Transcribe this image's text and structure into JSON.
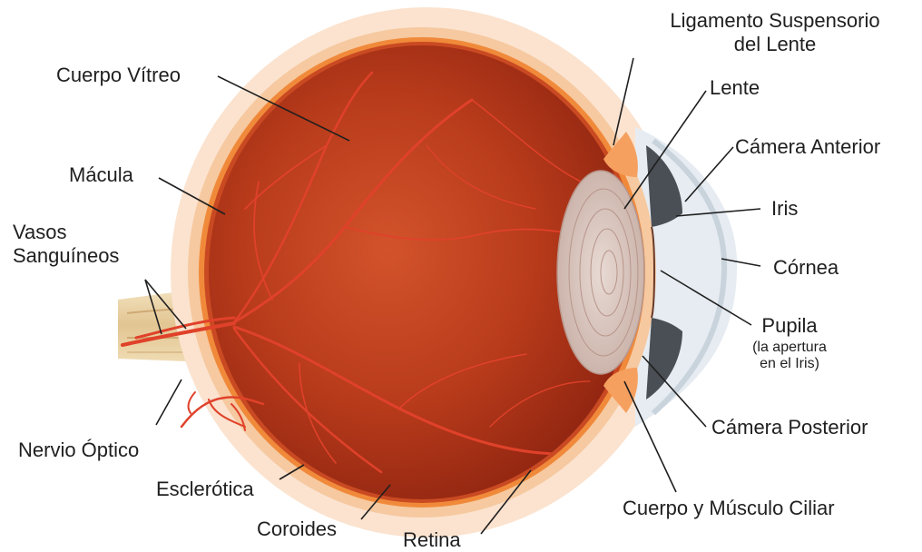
{
  "labels": {
    "ligamento_line1": "Ligamento Suspensorio",
    "ligamento_line2": "del Lente",
    "lente": "Lente",
    "camara_anterior": "Cámera Anterior",
    "iris": "Iris",
    "cornea": "Córnea",
    "pupila": "Pupila",
    "pupila_sub1": "(la apertura",
    "pupila_sub2": "en el Iris)",
    "camara_posterior": "Cámera Posterior",
    "cuerpo_musculo_ciliar": "Cuerpo y Músculo Ciliar",
    "cuerpo_vitreo": "Cuerpo Vítreo",
    "macula": "Mácula",
    "vasos_line1": "Vasos",
    "vasos_line2": "Sanguíneos",
    "nervio_optico": "Nervio Óptico",
    "esclerotica": "Esclerótica",
    "coroides": "Coroides",
    "retina": "Retina"
  },
  "colors": {
    "sclera": "#f6c9a0",
    "choroid": "#f08a3a",
    "retina_inner": "#c53a1c",
    "vitreous": "#b33a1a",
    "vessel": "#e0412a",
    "nerve": "#e8cfa0",
    "lens": "#d8c4bc",
    "cornea": "#dfe8ef",
    "iris": "#4a4f55",
    "leader_line": "#1f1f1f"
  }
}
